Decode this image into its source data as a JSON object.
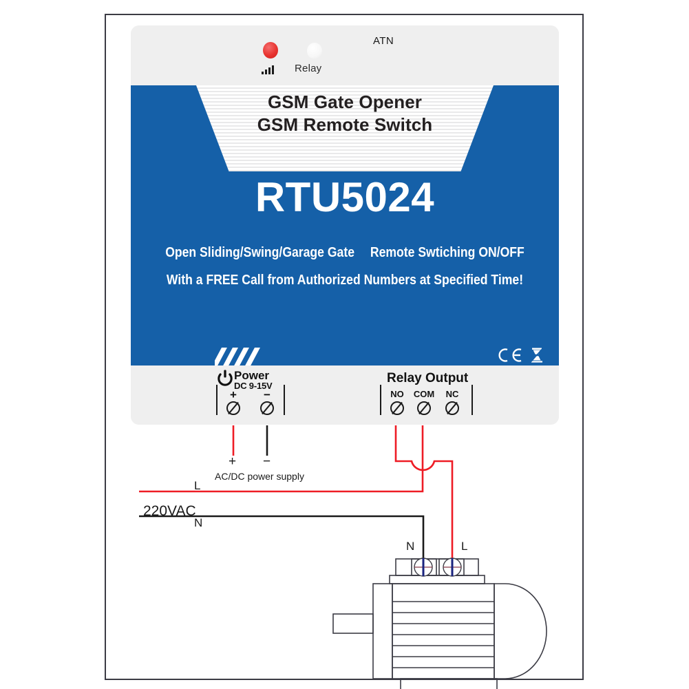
{
  "diagram": {
    "title": "RTU5024 GSM Gate Opener wiring diagram"
  },
  "device": {
    "indicators": {
      "atn_label": "ATN",
      "signal_led_name": "signal-led",
      "signal_icon": "signal-bars-icon",
      "signal_led_color": "#e8332f",
      "relay_label": "Relay",
      "relay_led_color": "#ffffff"
    },
    "banner": {
      "line1": "GSM Gate Opener",
      "line2": "GSM Remote Switch"
    },
    "model": "RTU5024",
    "tagline": {
      "line1_left": "Open Sliding/Swing/Garage Gate",
      "line1_right": "Remote Swtiching ON/OFF",
      "line2": "With a FREE Call from Authorized Numbers at Specified Time!"
    },
    "certifications": {
      "ce": "CE",
      "weee": "weee-bin-icon"
    },
    "brand_color": "#1560a8",
    "body_color": "#efefef"
  },
  "terminals": {
    "power": {
      "title": "Power",
      "subtitle": "DC 9-15V",
      "icon": "power-icon",
      "pins": [
        "+",
        "−"
      ]
    },
    "relay": {
      "title": "Relay Output",
      "pins": [
        "NO",
        "COM",
        "NC"
      ]
    }
  },
  "annotations": {
    "supply_plus": "+",
    "supply_minus": "−",
    "supply_label": "AC/DC power supply",
    "mains_label": "220VAC",
    "mains_live": "L",
    "mains_neutral": "N",
    "motor_terminal_n": "N",
    "motor_terminal_l": "L"
  },
  "wire_colors": {
    "live": "#ee1c25",
    "neutral": "#1a1a1a"
  }
}
